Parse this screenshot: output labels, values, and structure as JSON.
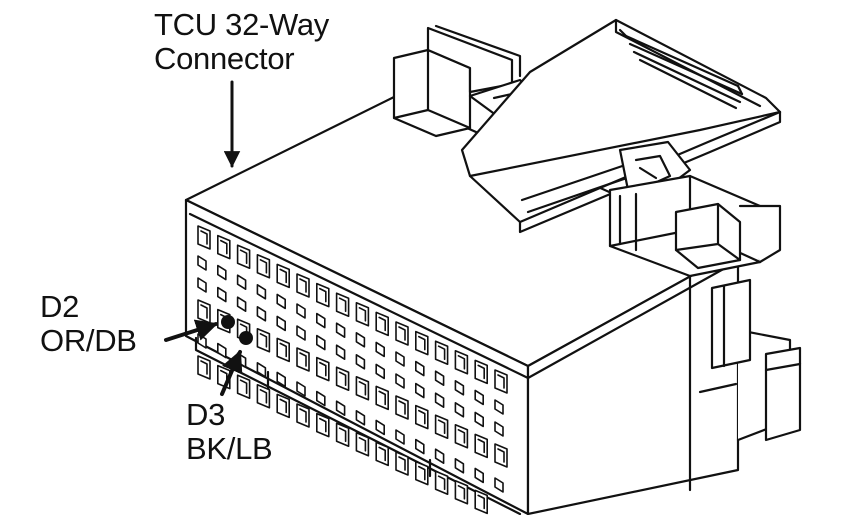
{
  "labels": {
    "connector": [
      "TCU 32-Way",
      "Connector"
    ],
    "d2": {
      "pin": "D2",
      "wire": "OR/DB"
    },
    "d3": {
      "pin": "D3",
      "wire": "BK/LB"
    }
  },
  "colors": {
    "ink": "#111111",
    "paper": "#ffffff"
  }
}
